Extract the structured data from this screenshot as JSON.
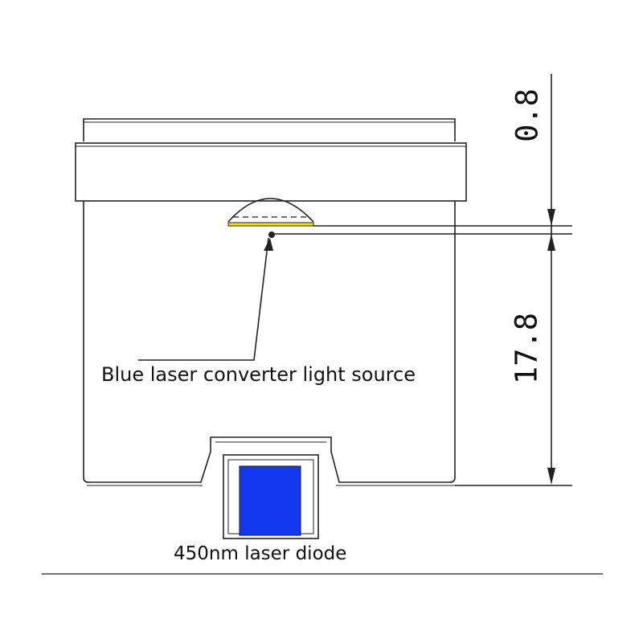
{
  "labels": {
    "light_source": "Blue laser converter light source",
    "laser_diode": "450nm laser diode"
  },
  "dimensions": {
    "top": "0.8",
    "main": "17.8"
  },
  "colors": {
    "line": "#222222",
    "phosphor": "#f2e600",
    "diode_blue": "#1238f0"
  }
}
